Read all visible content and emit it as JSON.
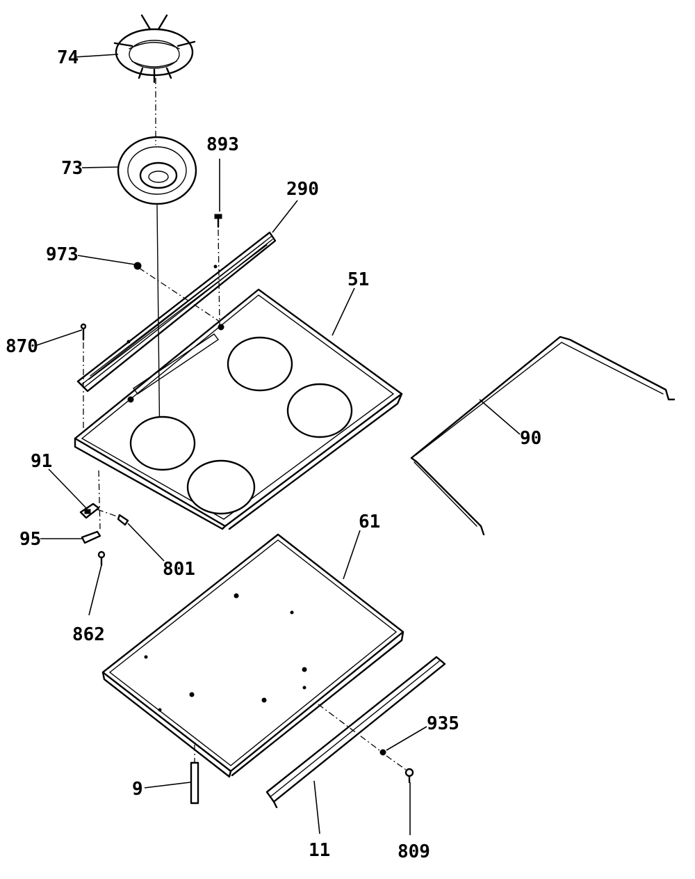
{
  "diagram": {
    "callouts": {
      "c74": "74",
      "c73": "73",
      "c893": "893",
      "c290": "290",
      "c973": "973",
      "c51": "51",
      "c870": "870",
      "c90": "90",
      "c91": "91",
      "c61": "61",
      "c95": "95",
      "c801": "801",
      "c862": "862",
      "c935": "935",
      "c9": "9",
      "c11": "11",
      "c809": "809"
    }
  }
}
